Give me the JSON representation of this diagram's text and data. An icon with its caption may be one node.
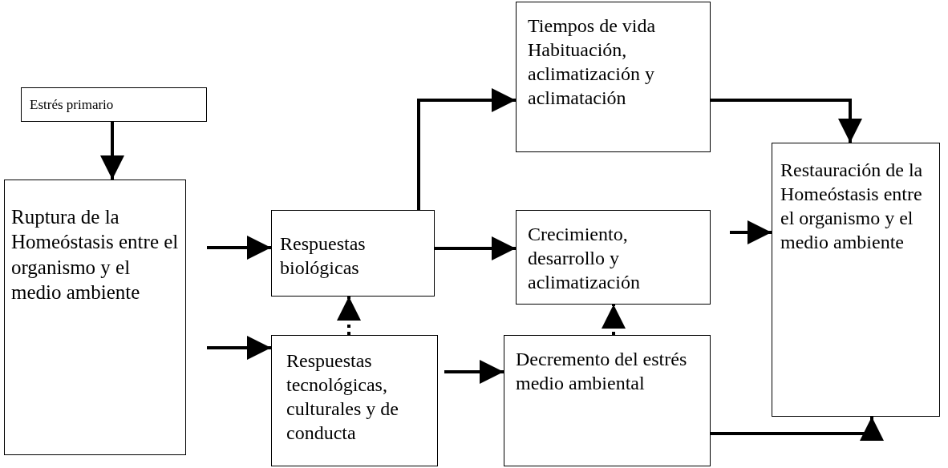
{
  "diagram": {
    "nodes": [
      {
        "text": [
          "Estrés primario"
        ]
      },
      {
        "text": [
          "Ruptura de la Homeóstasis entre el organismo y el medio ambiente"
        ]
      },
      {
        "text": [
          "Respuestas biológicas"
        ]
      },
      {
        "text": [
          "Respuestas tecnológicas, culturales y de conducta"
        ]
      },
      {
        "text": [
          "Tiempos de vida Habituación, aclimatización y aclimatación"
        ]
      },
      {
        "text": [
          "Crecimiento, desarrollo y aclimatización"
        ]
      },
      {
        "text": [
          "Decremento del estrés medio ambiental"
        ]
      },
      {
        "text": [
          "Restauración de la Homeóstasis entre el organismo y el medio ambiente"
        ]
      }
    ],
    "edges": [
      {
        "from": 0,
        "to": 1,
        "arrow": "to"
      },
      {
        "from": 1,
        "to": 2,
        "arrow": "to"
      },
      {
        "from": 1,
        "to": 3,
        "arrow": "to"
      },
      {
        "from": 2,
        "to": 4,
        "arrow": "to"
      },
      {
        "from": 2,
        "to": 5,
        "arrow": "to"
      },
      {
        "from": 3,
        "to": 2,
        "arrow": "to",
        "style": "dashed"
      },
      {
        "from": 3,
        "to": 6,
        "arrow": "to"
      },
      {
        "from": 6,
        "to": 5,
        "arrow": "to",
        "style": "dashed"
      },
      {
        "from": 4,
        "to": 7,
        "arrow": "to"
      },
      {
        "from": 5,
        "to": 7,
        "arrow": "to"
      },
      {
        "from": 6,
        "to": 7,
        "arrow": "to"
      }
    ]
  }
}
